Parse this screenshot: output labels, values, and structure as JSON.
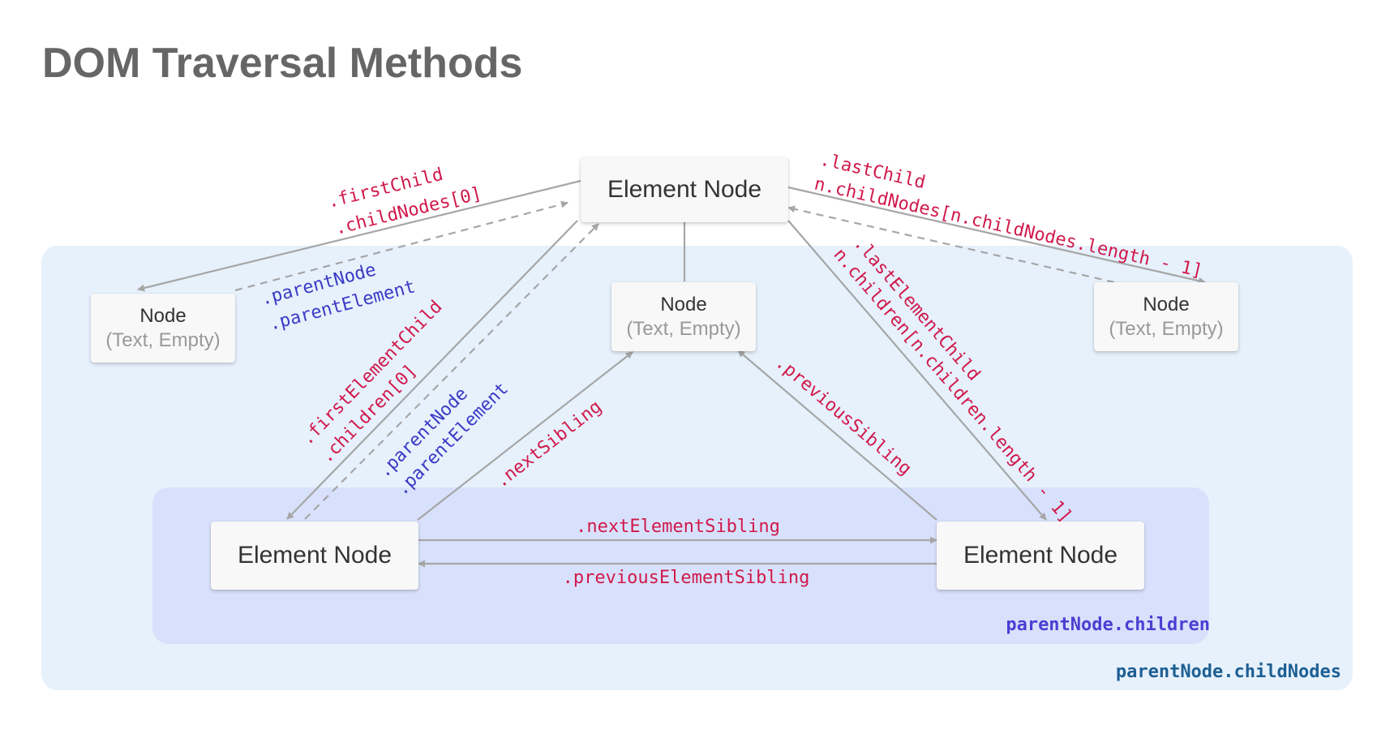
{
  "title": "DOM Traversal Methods",
  "regions": {
    "childnodes_label": "parentNode.childNodes",
    "children_label": "parentNode.children"
  },
  "nodes": {
    "top": {
      "label": "Element Node"
    },
    "left_text": {
      "label": "Node",
      "sub": "(Text, Empty)"
    },
    "mid_text": {
      "label": "Node",
      "sub": "(Text, Empty)"
    },
    "right_text": {
      "label": "Node",
      "sub": "(Text, Empty)"
    },
    "child_left": {
      "label": "Element Node"
    },
    "child_right": {
      "label": "Element Node"
    }
  },
  "labels": {
    "first_child": ".firstChild",
    "child_nodes_0": ".childNodes[0]",
    "parent_node_1": ".parentNode",
    "parent_element_1": ".parentElement",
    "first_element_child": ".firstElementChild",
    "children_0": ".children[0]",
    "parent_node_2": ".parentNode",
    "parent_element_2": ".parentElement",
    "next_sibling": ".nextSibling",
    "previous_sibling": ".previousSibling",
    "last_child": ".lastChild",
    "child_nodes_last": "n.childNodes[n.childNodes.length - 1]",
    "last_element_child": ".lastElementChild",
    "children_last": "n.children[n.children.length - 1]",
    "next_element_sibling": ".nextElementSibling",
    "previous_element_sibling": ".previousElementSibling"
  },
  "colors": {
    "method": "#d0194b",
    "parent_method": "#3a3ac5",
    "childnodes_region": "#e6f1fc",
    "children_region": "#d8e1fb",
    "connector": "#a6a6a6"
  }
}
